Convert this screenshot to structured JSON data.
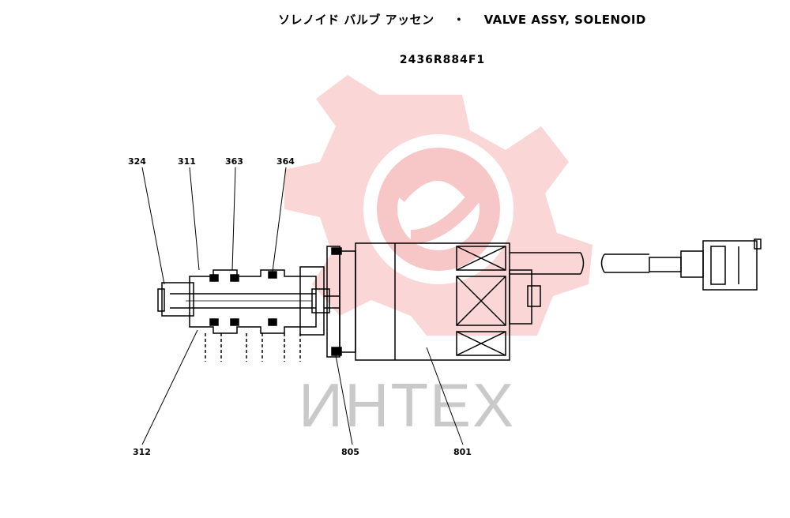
{
  "header": {
    "title_jp": "ソレノイド バルブ アッセン",
    "separator": "・",
    "title_en": "VALVE ASSY, SOLENOID",
    "part_number": "2436R884F1"
  },
  "watermark": {
    "text": "ИНТЕХ",
    "color": "#f7b5b5"
  },
  "labels": {
    "l324": "324",
    "l311": "311",
    "l363": "363",
    "l364": "364",
    "l312": "312",
    "l805": "805",
    "l801": "801"
  }
}
